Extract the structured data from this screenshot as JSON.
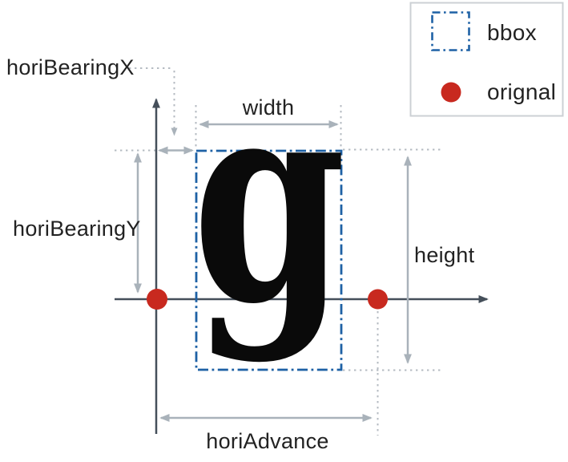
{
  "diagram": {
    "glyph": "g",
    "labels": {
      "horiBearingX": "horiBearingX",
      "horiBearingY": "horiBearingY",
      "width": "width",
      "height": "height",
      "horiAdvance": "horiAdvance"
    },
    "legend": {
      "items": [
        {
          "label": "bbox",
          "swatch": "dash-dot-square",
          "color": "#1e61a5"
        },
        {
          "label": "orignal",
          "swatch": "filled-circle",
          "color": "#c8291f"
        }
      ]
    },
    "colors": {
      "bbox_blue": "#1e61a5",
      "origin_red": "#c8291f",
      "axis_dark": "#454f5a",
      "measure_gray": "#a9b2ba",
      "guide_gray": "#b5bbc2",
      "text": "#222222",
      "glyph_black": "#0a0a0a",
      "legend_border": "#ccd0d4",
      "background": "#ffffff"
    }
  }
}
